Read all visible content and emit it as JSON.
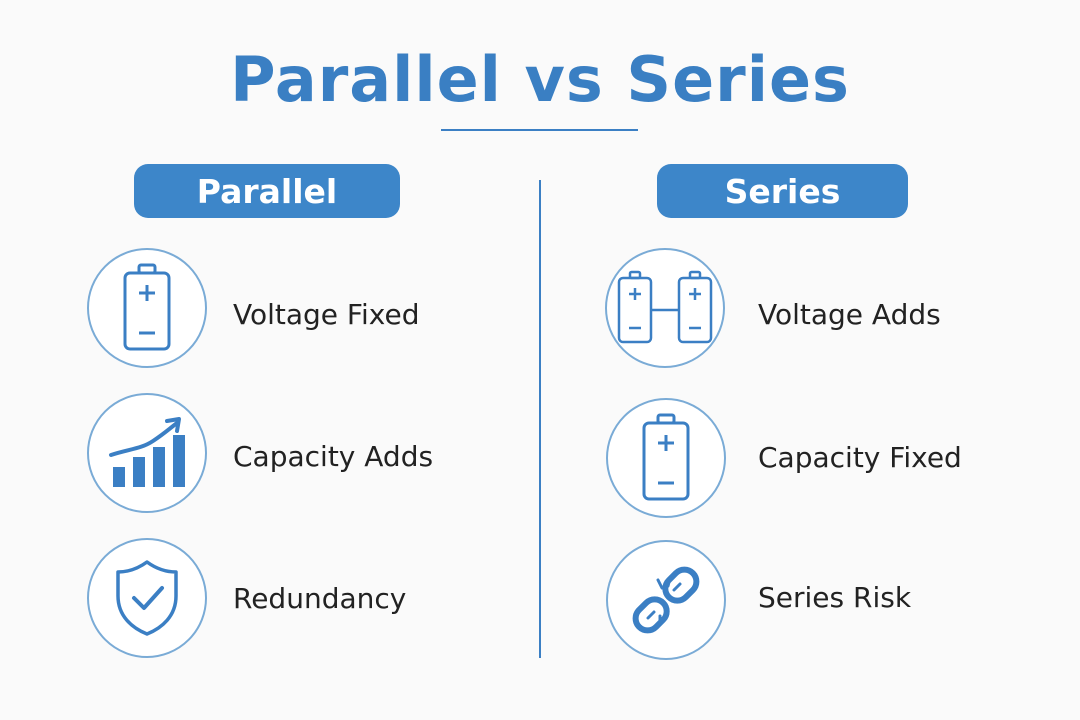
{
  "title": "Parallel vs Series",
  "colors": {
    "accent": "#3b7fc4",
    "title": "#3a7fc3",
    "pill": "#3d86c9",
    "circle_border": "#7aabd6",
    "text": "#222222"
  },
  "left": {
    "heading": "Parallel",
    "items": [
      {
        "label": "Voltage Fixed",
        "icon": "battery-icon"
      },
      {
        "label": "Capacity Adds",
        "icon": "growth-chart-icon"
      },
      {
        "label": "Redundancy",
        "icon": "shield-check-icon"
      }
    ]
  },
  "right": {
    "heading": "Series",
    "items": [
      {
        "label": "Voltage Adds",
        "icon": "two-batteries-icon"
      },
      {
        "label": "Capacity Fixed",
        "icon": "battery-icon"
      },
      {
        "label": "Series Risk",
        "icon": "broken-chain-icon"
      }
    ]
  }
}
